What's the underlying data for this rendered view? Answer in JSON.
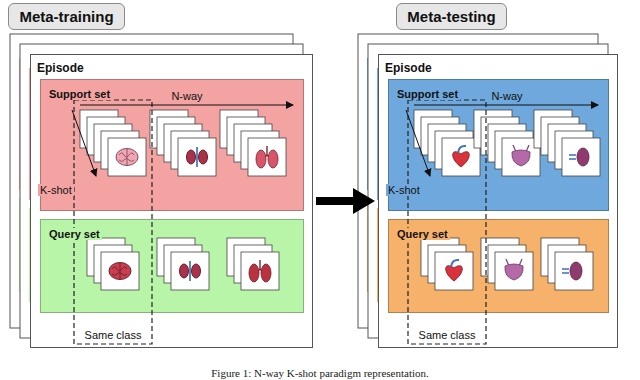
{
  "diagram": {
    "caption": "Figure 1: N-way K-shot paradigm representation.",
    "nodes": [
      {
        "text": [
          "Meta-training"
        ]
      },
      {
        "text": [
          "Episode"
        ]
      },
      {
        "text": [
          "Support set"
        ],
        "in": 1
      },
      {
        "text": [
          "Query set"
        ],
        "in": 1
      },
      {
        "text": [
          "Meta-testing"
        ]
      },
      {
        "text": [
          "Episode"
        ]
      },
      {
        "text": [
          "Support set"
        ],
        "in": 5
      },
      {
        "text": [
          "Query set"
        ],
        "in": 5
      }
    ],
    "edges": [
      {
        "from": 1,
        "to": 5,
        "arrow": "to"
      }
    ],
    "labels": [
      "N-way",
      "K-shot",
      "Same class",
      "N-way",
      "K-shot",
      "Same class"
    ]
  }
}
